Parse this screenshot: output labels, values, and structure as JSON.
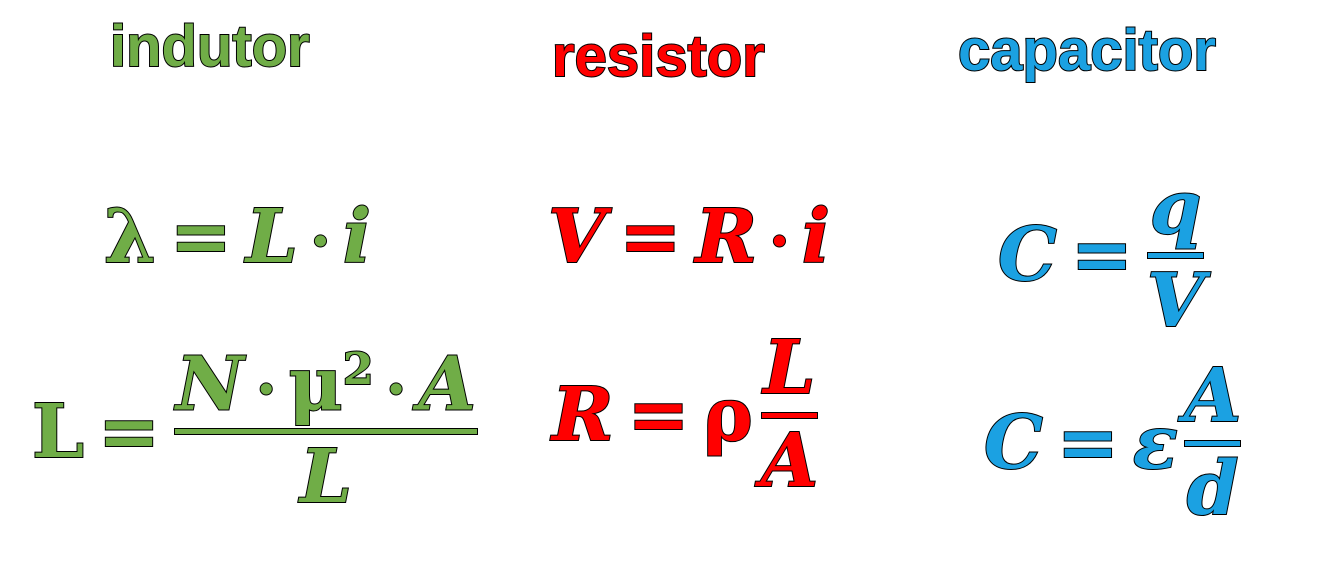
{
  "colors": {
    "inductor": "#70ad47",
    "resistor": "#ff0000",
    "capacitor": "#1ba1e2"
  },
  "headings": {
    "inductor": "indutor",
    "resistor": "resistor",
    "capacitor": "capacitor"
  },
  "inductor": {
    "eq1": {
      "lambda": "λ",
      "eq": "=",
      "L": "L",
      "dot": "·",
      "i": "i"
    },
    "eq2": {
      "L": "L",
      "eq": "=",
      "N": "N",
      "dot1": "·",
      "mu": "μ",
      "sq": "2",
      "dot2": "·",
      "A": "A",
      "den": "L"
    }
  },
  "resistor": {
    "eq1": {
      "V": "V",
      "eq": "=",
      "R": "R",
      "dot": "·",
      "i": "i"
    },
    "eq2": {
      "R": "R",
      "eq": "=",
      "rho": "ρ",
      "num": "L",
      "den": "A"
    }
  },
  "capacitor": {
    "eq1": {
      "C": "C",
      "eq": "=",
      "num": "q",
      "den": "V"
    },
    "eq2": {
      "C": "C",
      "eq": "=",
      "eps": "ε",
      "num": "A",
      "den": "d"
    }
  }
}
